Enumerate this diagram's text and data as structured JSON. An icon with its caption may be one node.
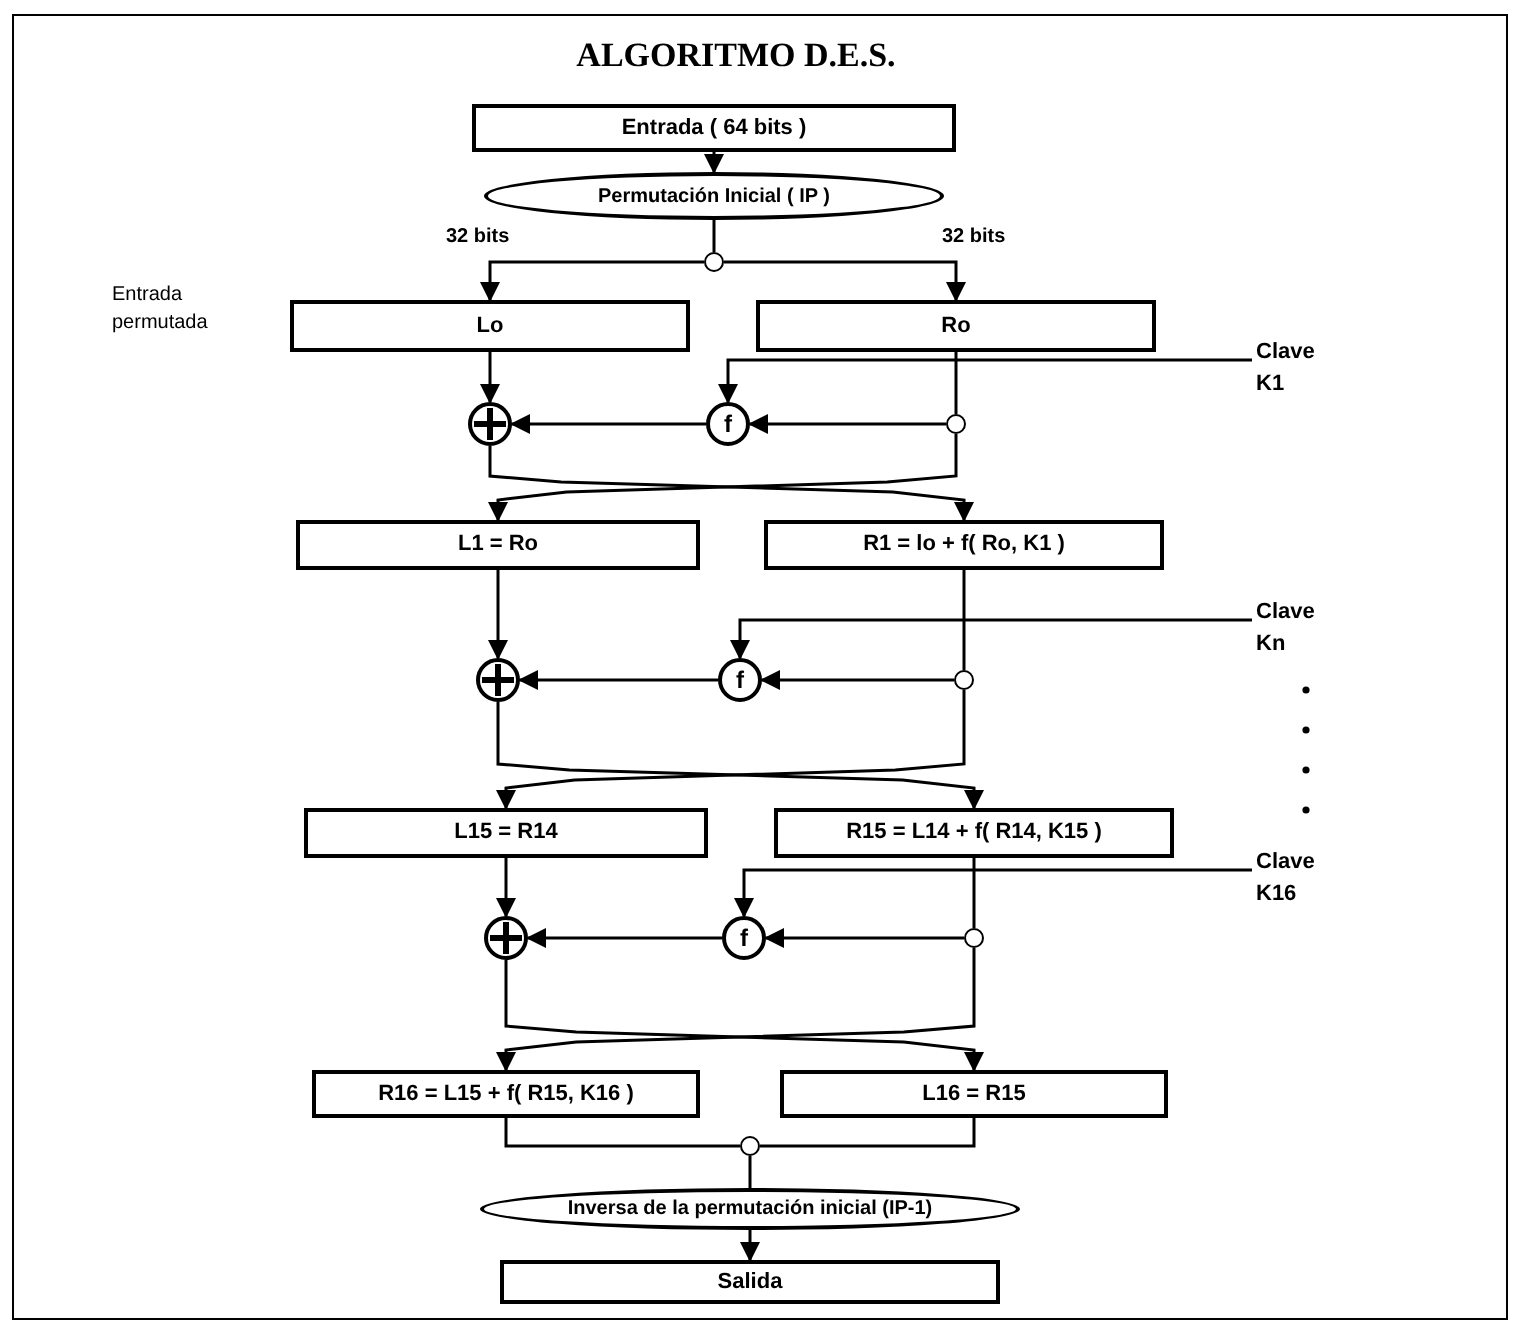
{
  "diagram": {
    "title": "ALGORITMO D.E.S.",
    "nodes": [
      {
        "text": [
          "Entrada ( 64 bits )"
        ]
      },
      {
        "text": [
          "Permutación Inicial ( IP )"
        ]
      },
      {
        "text": [],
        "shape": "circle"
      },
      {
        "text": [
          "Lo"
        ]
      },
      {
        "text": [
          "Ro"
        ]
      },
      {
        "text": [],
        "shape": "circle"
      },
      {
        "text": [
          "f"
        ]
      },
      {
        "text": [],
        "shape": "circle"
      },
      {
        "text": [
          "Clave K1"
        ]
      },
      {
        "text": [
          "L1 = Ro"
        ]
      },
      {
        "text": [
          "R1 = lo + f( Ro, K1 )"
        ]
      },
      {
        "text": [],
        "shape": "circle"
      },
      {
        "text": [
          "f"
        ]
      },
      {
        "text": [],
        "shape": "circle"
      },
      {
        "text": [
          "Clave Kn"
        ]
      },
      {
        "text": [
          "L15 = R14"
        ]
      },
      {
        "text": [
          "R15 = L14 + f( R14, K15 )"
        ]
      },
      {
        "text": [
          "Clave K16"
        ]
      },
      {
        "text": [],
        "shape": "circle"
      },
      {
        "text": [
          "f"
        ]
      },
      {
        "text": [],
        "shape": "circle"
      },
      {
        "text": [
          "R16 = L15 + f( R15, K16 )"
        ]
      },
      {
        "text": [
          "L16 = R15"
        ]
      },
      {
        "text": [],
        "shape": "circle"
      },
      {
        "text": [
          "Inversa de la permutación inicial (IP-1)"
        ]
      },
      {
        "text": [
          "Salida"
        ]
      }
    ],
    "edges": [
      {
        "from": 0,
        "to": 1,
        "arrow": "to"
      },
      {
        "from": 1,
        "to": 2,
        "arrow": "none"
      },
      {
        "from": 2,
        "to": 3,
        "arrow": "to",
        "label": "32 bits"
      },
      {
        "from": 2,
        "to": 4,
        "arrow": "to",
        "label": "32 bits"
      },
      {
        "from": 3,
        "to": 5,
        "arrow": "to"
      },
      {
        "from": 4,
        "to": 7,
        "arrow": "none"
      },
      {
        "from": 7,
        "to": 6,
        "arrow": "to"
      },
      {
        "from": 6,
        "to": 5,
        "arrow": "to"
      },
      {
        "from": 8,
        "to": 6,
        "arrow": "to"
      },
      {
        "from": 5,
        "to": 10,
        "arrow": "to"
      },
      {
        "from": 7,
        "to": 9,
        "arrow": "to"
      },
      {
        "from": 9,
        "to": 11,
        "arrow": "to"
      },
      {
        "from": 10,
        "to": 13,
        "arrow": "none"
      },
      {
        "from": 13,
        "to": 12,
        "arrow": "to"
      },
      {
        "from": 12,
        "to": 11,
        "arrow": "to"
      },
      {
        "from": 14,
        "to": 12,
        "arrow": "to"
      },
      {
        "from": 11,
        "to": 16,
        "arrow": "to"
      },
      {
        "from": 13,
        "to": 15,
        "arrow": "to"
      },
      {
        "from": 15,
        "to": 18,
        "arrow": "to"
      },
      {
        "from": 16,
        "to": 20,
        "arrow": "none"
      },
      {
        "from": 20,
        "to": 19,
        "arrow": "to"
      },
      {
        "from": 19,
        "to": 18,
        "arrow": "to"
      },
      {
        "from": 17,
        "to": 19,
        "arrow": "to"
      },
      {
        "from": 18,
        "to": 22,
        "arrow": "to"
      },
      {
        "from": 20,
        "to": 21,
        "arrow": "to"
      },
      {
        "from": 21,
        "to": 23,
        "arrow": "none"
      },
      {
        "from": 22,
        "to": 23,
        "arrow": "none"
      },
      {
        "from": 23,
        "to": 24,
        "arrow": "none"
      },
      {
        "from": 24,
        "to": 25,
        "arrow": "to"
      }
    ],
    "labels": [
      "Entrada permutada"
    ]
  }
}
